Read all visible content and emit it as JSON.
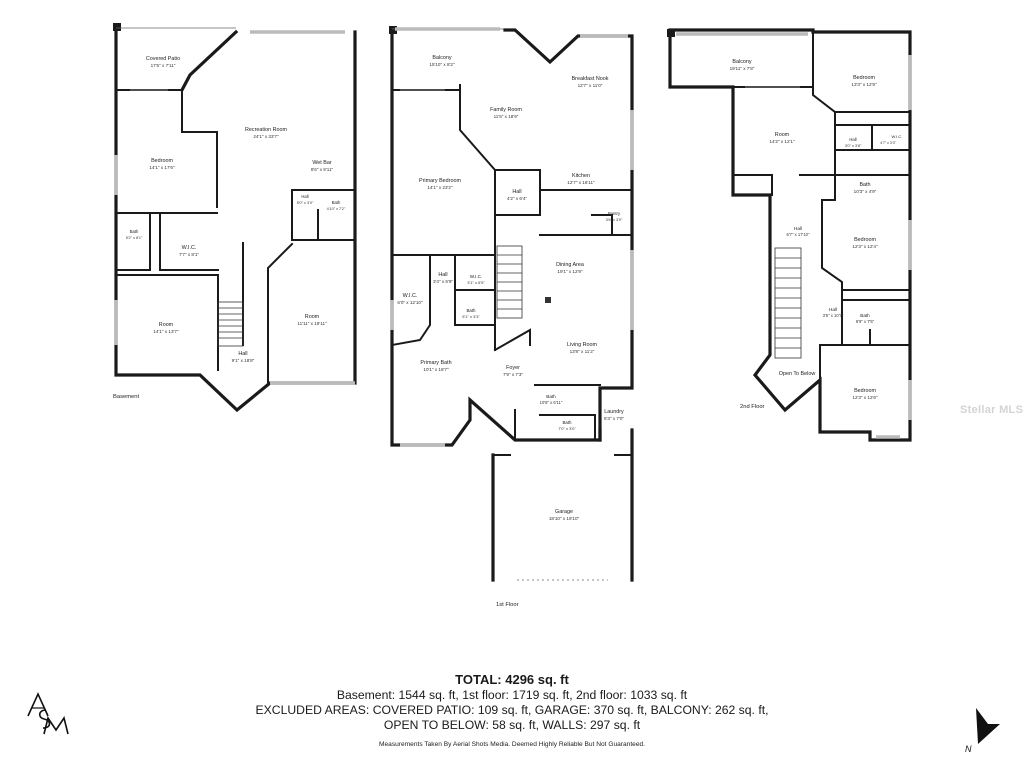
{
  "floors": [
    {
      "label": "Basement",
      "rooms": [
        {
          "id": "covered-patio",
          "name": "Covered Patio",
          "dims": "17'5\" x 7'11\""
        },
        {
          "id": "recreation-room",
          "name": "Recreation Room",
          "dims": "24'1\" x 33'7\""
        },
        {
          "id": "wet-bar",
          "name": "Wet Bar",
          "dims": "8'6\" x 9'11\""
        },
        {
          "id": "bedroom",
          "name": "Bedroom",
          "dims": "14'1\" x 17'6\""
        },
        {
          "id": "hall-small",
          "name": "Hall",
          "dims": "5'0\" x 3'0\""
        },
        {
          "id": "bath-right",
          "name": "Bath",
          "dims": "4'10\" x 7'2\""
        },
        {
          "id": "bath-left",
          "name": "Bath",
          "dims": "5'2\" x 8'1\""
        },
        {
          "id": "wic",
          "name": "W.I.C.",
          "dims": "7'7\" x 8'1\""
        },
        {
          "id": "room-left",
          "name": "Room",
          "dims": "14'1\" x 13'7\""
        },
        {
          "id": "room-right",
          "name": "Room",
          "dims": "11'11\" x 19'11\""
        },
        {
          "id": "hall",
          "name": "Hall",
          "dims": "9'1\" x 18'8\""
        }
      ]
    },
    {
      "label": "1st Floor",
      "rooms": [
        {
          "id": "balcony",
          "name": "Balcony",
          "dims": "15'10\" x 8'2\""
        },
        {
          "id": "breakfast-nook",
          "name": "Breakfast Nook",
          "dims": "12'7\" x 11'0\""
        },
        {
          "id": "family-room",
          "name": "Family Room",
          "dims": "11'5\" x 18'9\""
        },
        {
          "id": "primary-bedroom",
          "name": "Primary Bedroom",
          "dims": "14'1\" x 23'2\""
        },
        {
          "id": "kitchen",
          "name": "Kitchen",
          "dims": "12'7\" x 16'11\""
        },
        {
          "id": "hall-center",
          "name": "Hall",
          "dims": "4'2\" x 6'4\""
        },
        {
          "id": "pantry",
          "name": "Pantry",
          "dims": "3'6\" x 3'9\""
        },
        {
          "id": "hall-left",
          "name": "Hall",
          "dims": "3'4\" x 6'9\""
        },
        {
          "id": "wic-small",
          "name": "W.I.C.",
          "dims": "3'1\" x 6'5\""
        },
        {
          "id": "dining-area",
          "name": "Dining Area",
          "dims": "19'1\" x 12'9\""
        },
        {
          "id": "wic-large",
          "name": "W.I.C.",
          "dims": "6'0\" x 12'10\""
        },
        {
          "id": "bath-small",
          "name": "Bath",
          "dims": "5'1\" x 3'3\""
        },
        {
          "id": "primary-bath",
          "name": "Primary Bath",
          "dims": "10'1\" x 18'7\""
        },
        {
          "id": "living-room",
          "name": "Living Room",
          "dims": "13'8\" x 11'2\""
        },
        {
          "id": "foyer",
          "name": "Foyer",
          "dims": "7'9\" x 7'3\""
        },
        {
          "id": "bath-half",
          "name": "Bath",
          "dims": "10'8\" x 6'11\""
        },
        {
          "id": "bath-lower",
          "name": "Bath",
          "dims": "7'0\" x 3'0\""
        },
        {
          "id": "laundry",
          "name": "Laundry",
          "dims": "5'3\" x 7'0\""
        },
        {
          "id": "garage",
          "name": "Garage",
          "dims": "18'10\" x 19'10\""
        }
      ]
    },
    {
      "label": "2nd Floor",
      "rooms": [
        {
          "id": "balcony",
          "name": "Balcony",
          "dims": "19'11\" x 7'8\""
        },
        {
          "id": "bedroom-1",
          "name": "Bedroom",
          "dims": "13'3\" x 12'9\""
        },
        {
          "id": "room",
          "name": "Room",
          "dims": "14'2\" x 12'1\""
        },
        {
          "id": "hall-small",
          "name": "Hall",
          "dims": "3'0\" x 3'8\""
        },
        {
          "id": "wic",
          "name": "W.I.C.",
          "dims": "4'7\" x 3'3\""
        },
        {
          "id": "bath-1",
          "name": "Bath",
          "dims": "10'3\" x 4'9\""
        },
        {
          "id": "hall-long",
          "name": "Hall",
          "dims": "6'7\" x 17'10\""
        },
        {
          "id": "bedroom-2",
          "name": "Bedroom",
          "dims": "12'3\" x 12'4\""
        },
        {
          "id": "hall-2",
          "name": "Hall",
          "dims": "3'5\" x 10'7\""
        },
        {
          "id": "bath-2",
          "name": "Bath",
          "dims": "8'9\" x 7'5\""
        },
        {
          "id": "open-to-below",
          "name": "Open To Below",
          "dims": ""
        },
        {
          "id": "bedroom-3",
          "name": "Bedroom",
          "dims": "12'3\" x 12'6\""
        }
      ]
    }
  ],
  "footer": {
    "total": "TOTAL: 4296 sq. ft",
    "line1": "Basement: 1544 sq. ft, 1st floor: 1719 sq. ft, 2nd floor: 1033 sq. ft",
    "line2": "EXCLUDED AREAS: COVERED PATIO: 109 sq. ft, GARAGE: 370 sq. ft, BALCONY: 262 sq. ft,",
    "line3": "OPEN TO BELOW: 58 sq. ft, WALLS: 297 sq. ft",
    "note": "Measurements Taken By Aerial Shots Media. Deemed Highly Reliable But Not Guaranteed."
  },
  "watermark": "Stellar MLS",
  "compass": {
    "label": "N"
  },
  "logo": {
    "text": "ASM",
    "icon": "asm-monogram-logo"
  }
}
